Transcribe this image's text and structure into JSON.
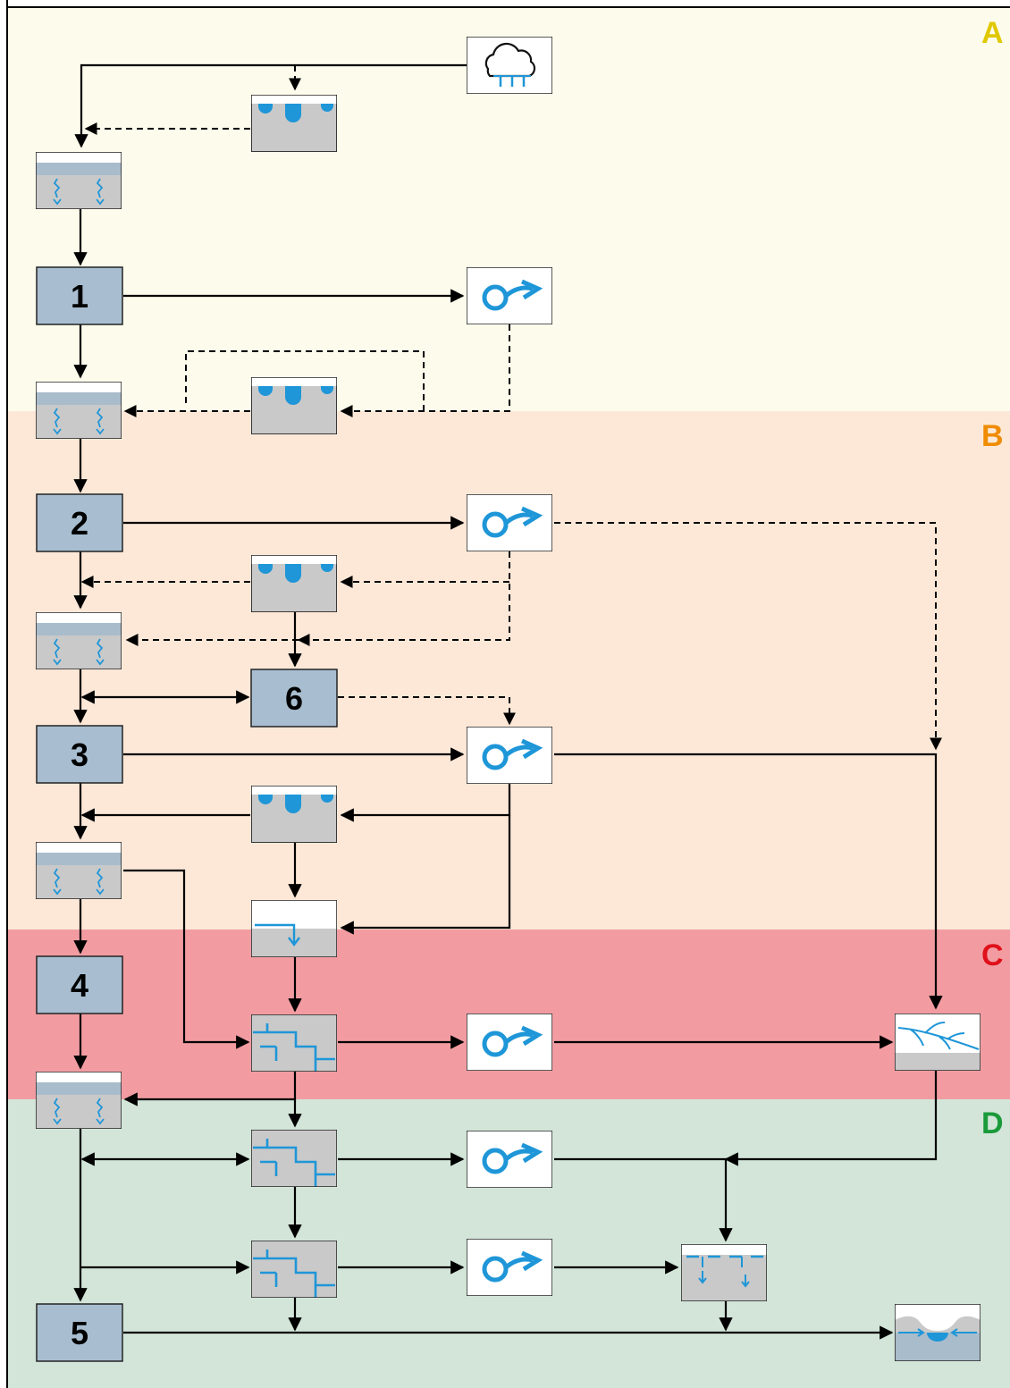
{
  "zones": [
    {
      "label": "A",
      "color": "#fdfcec",
      "text_color": "#e0c800"
    },
    {
      "label": "B",
      "color": "#fde8d8",
      "text_color": "#ef8c00"
    },
    {
      "label": "C",
      "color": "#f29ca2",
      "text_color": "#e0101a"
    },
    {
      "label": "D",
      "color": "#d2e5d8",
      "text_color": "#1a9a3a"
    }
  ],
  "numbered_nodes": [
    "1",
    "2",
    "3",
    "4",
    "5",
    "6"
  ],
  "icons": {
    "rain": "rain-cloud-icon",
    "interception": "interception-drops-icon",
    "infiltration": "infiltration-soil-icon",
    "runoff": "runoff-pump-icon",
    "storage": "storage-tank-icon",
    "pipe": "pipe-network-icon",
    "channel": "channel-branch-icon",
    "percolation": "percolation-icon",
    "outlet": "outlet-pond-icon"
  },
  "colors": {
    "node_fill": "#a8bed0",
    "gray_fill": "#c9c9c9",
    "blue": "#1e96d8",
    "soil_band": "#a9bccb"
  }
}
